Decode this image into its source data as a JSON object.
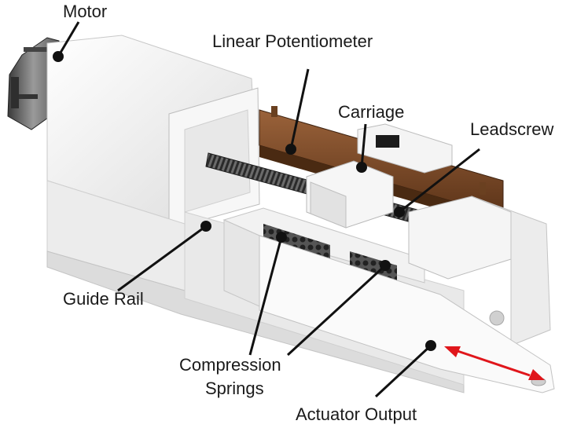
{
  "labels": {
    "motor": "Motor",
    "linear_potentiometer": "Linear Potentiometer",
    "carriage": "Carriage",
    "leadscrew": "Leadscrew",
    "guide_rail": "Guide Rail",
    "compression_springs_line1": "Compression",
    "compression_springs_line2": "Springs",
    "actuator_output": "Actuator Output"
  },
  "colors": {
    "housing": "#f4f4f4",
    "motor": "#6e6e6e",
    "potentiometer": "#7a4a2a",
    "leader": "#111111",
    "motion_arrow": "#e0161b"
  }
}
